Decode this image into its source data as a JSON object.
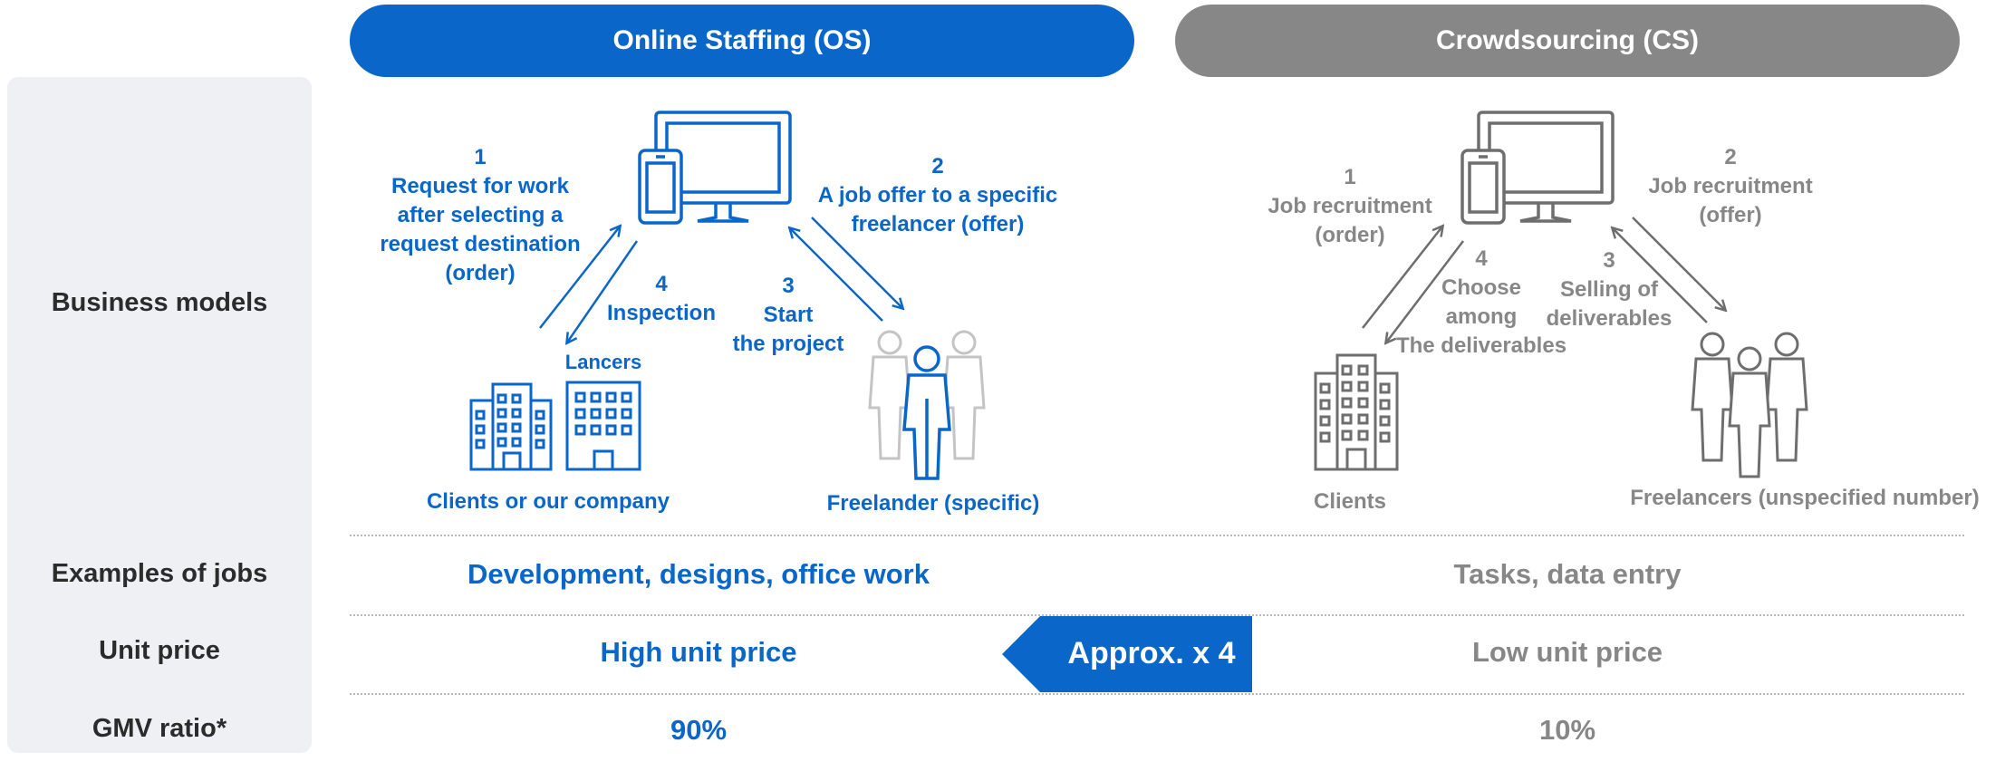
{
  "colors": {
    "os_blue": "#0a66c8",
    "cs_gray": "#878787",
    "panel": "#eef0f4"
  },
  "headers": {
    "os": "Online Staffing (OS)",
    "cs": "Crowdsourcing (CS)"
  },
  "row_labels": {
    "business_models": "Business models",
    "examples": "Examples of jobs",
    "unit_price": "Unit price",
    "gmv": "GMV ratio*"
  },
  "os": {
    "step1": [
      "1",
      "Request for work",
      "after selecting a",
      "request destination",
      "(order)"
    ],
    "step2": [
      "2",
      "A job offer to a specific",
      "freelancer (offer)"
    ],
    "step3": [
      "3",
      "Start",
      "the project"
    ],
    "step4": [
      "4",
      "Inspection"
    ],
    "lancers_logo": "Lancers",
    "clients_label": "Clients or our company",
    "freelancer_label": "Freelander (specific)",
    "examples": "Development, designs, office work",
    "unit_price": "High unit price",
    "gmv": "90%"
  },
  "cs": {
    "step1": [
      "1",
      "Job recruitment",
      "(order)"
    ],
    "step2": [
      "2",
      "Job recruitment",
      "(offer)"
    ],
    "step3": [
      "3",
      "Selling of",
      "deliverables"
    ],
    "step4": [
      "4",
      "Choose",
      "among",
      "The deliverables"
    ],
    "clients_label": "Clients",
    "freelancer_label": "Freelancers (unspecified number)",
    "examples": "Tasks, data entry",
    "unit_price": "Low unit price",
    "gmv": "10%"
  },
  "comparison": {
    "label": "Approx. x 4"
  }
}
